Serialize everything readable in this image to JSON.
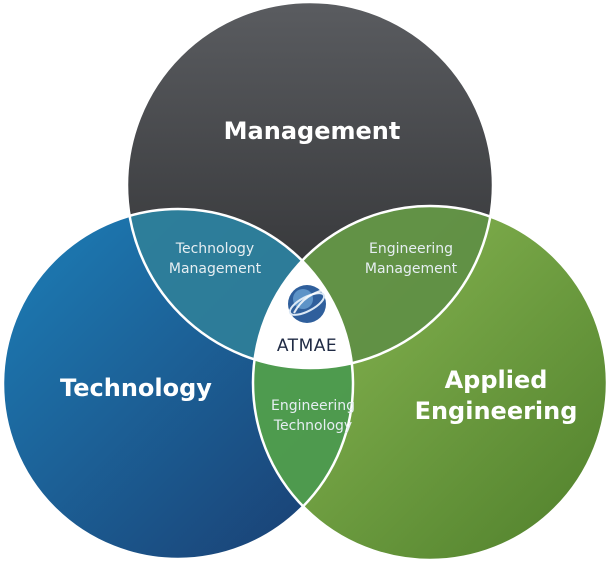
{
  "diagram": {
    "type": "venn",
    "sets": {
      "management": "Management",
      "technology": "Technology",
      "applied_engineering_line1": "Applied",
      "applied_engineering_line2": "Engineering"
    },
    "overlaps": {
      "technology_management_line1": "Technology",
      "technology_management_line2": "Management",
      "engineering_management_line1": "Engineering",
      "engineering_management_line2": "Management",
      "engineering_technology_line1": "Engineering",
      "engineering_technology_line2": "Technology"
    },
    "center": {
      "label": "ATMAE",
      "logo": "globe-logo-icon"
    },
    "colors": {
      "management": "#3a3b3d",
      "technology": "#1f5f95",
      "applied_engineering": "#6a9a3a",
      "overlap_technology_management": "#2f7f99",
      "overlap_engineering_management": "#5f8f45",
      "overlap_engineering_technology": "#4c9a4f",
      "center_bg": "#ffffff",
      "center_text": "#1f2a44"
    }
  }
}
